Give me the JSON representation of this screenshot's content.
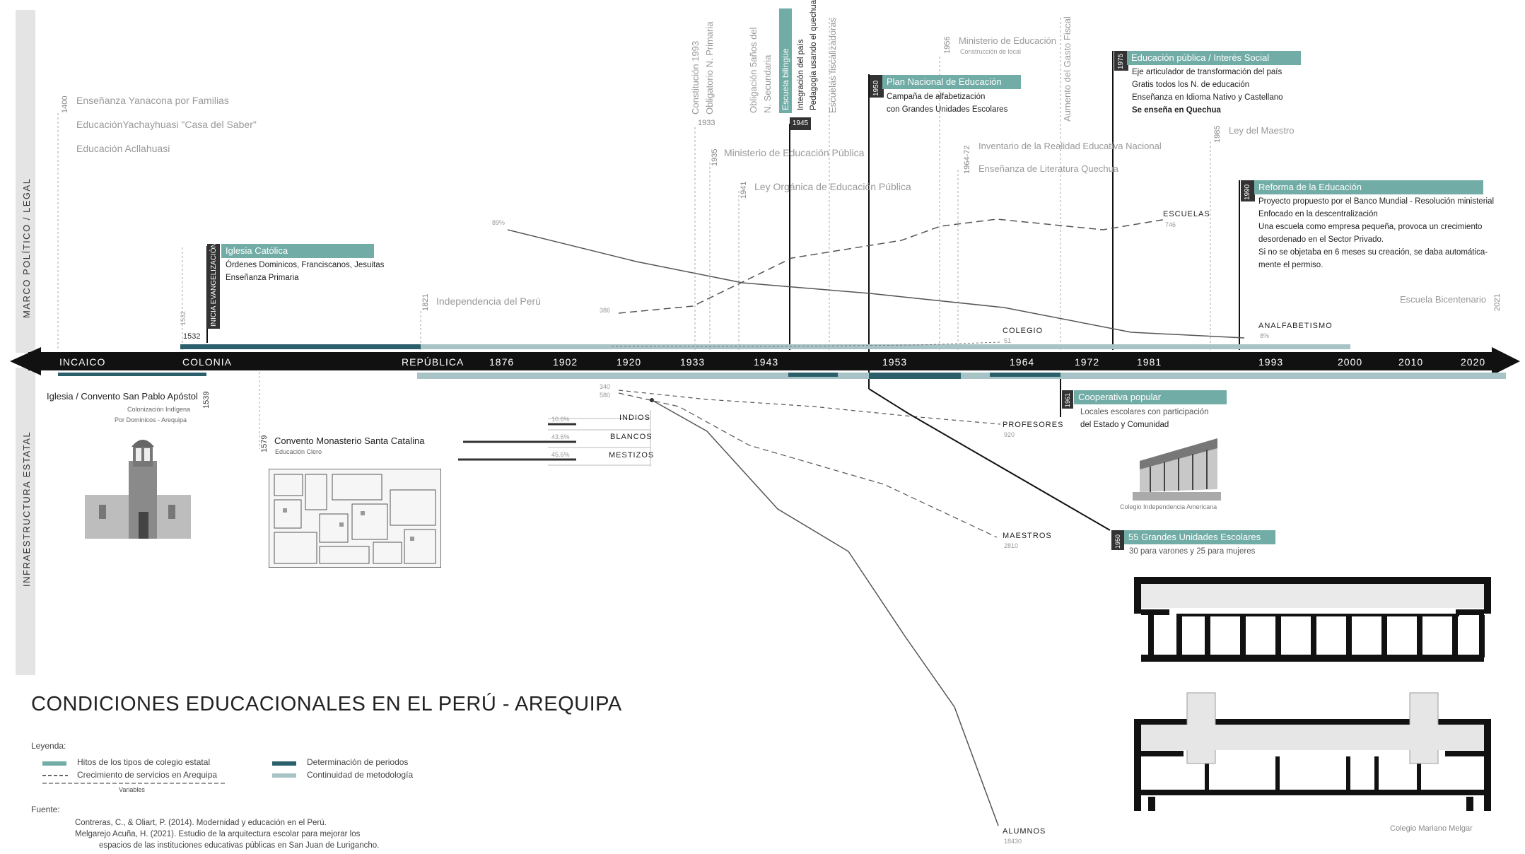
{
  "side_labels": {
    "top": "MARCO POLÍTICO / LEGAL",
    "bottom": "INFRAESTRUCTURA ESTATAL"
  },
  "title": "CONDICIONES EDUCACIONALES EN EL PERÚ - AREQUIPA",
  "timeline": {
    "periods": [
      "INCAICO",
      "COLONIA",
      "REPÚBLICA"
    ],
    "years": [
      "1876",
      "1902",
      "1920",
      "1933",
      "1943",
      "1953",
      "1964",
      "1972",
      "1981",
      "1993",
      "2000",
      "2010",
      "2020"
    ]
  },
  "incaico": {
    "year": "1400",
    "items": [
      "Enseñanza Yanacona por Familias",
      "EducaciónYachayhuasi \"Casa del Saber\"",
      "Educación Acllahuasi"
    ]
  },
  "iglesia": {
    "year": "1532",
    "small_year": "1532",
    "vertical": "INICIA EVANGELIZACIÓN",
    "title": "Iglesia Católica",
    "lines": [
      "Órdenes Dominicos, Franciscanos, Jesuitas",
      "Enseñanza Primaria"
    ]
  },
  "independencia": {
    "year": "1821",
    "label": "Independencia del Perú"
  },
  "constitucion": {
    "line1": "Constitución 1993",
    "line2": "Obligatorio N. Primaria",
    "year": "1933"
  },
  "ministerio_pub": {
    "year": "1935",
    "label": "Ministerio de Educación Pública"
  },
  "ley_organica": {
    "year": "1941",
    "label": "Ley Orgánica de Educación Pública"
  },
  "obligacion": {
    "line1": "Obligación 5años del",
    "line2": "N. Secundaria"
  },
  "escuela_bilingue": {
    "title": "Escuela bilingüe",
    "year": "1945",
    "line1": "Integración del país",
    "line2": "Pedagogía usando el quechua"
  },
  "escuelas_fiscalizadoras": "Escuelas fiscalizadoras",
  "plan_nacional": {
    "year": "1950",
    "title": "Plan Nacional de Educación",
    "lines": [
      "Campaña de alfabetización",
      "con Grandes Unidades Escolares"
    ]
  },
  "ministerio_2": {
    "year": "1956",
    "label": "Ministerio de Educación",
    "sub": "Construcción de local"
  },
  "inventario": {
    "year": "1964-72",
    "line1": "Inventario de la Realidad Educativa Nacional",
    "line2": "Enseñanza de Literatura Quechua"
  },
  "gasto_fiscal": "Aumento del Gasto Fiscal",
  "educacion_publica": {
    "year": "1975",
    "title": "Educación pública / Interés Social",
    "lines": [
      "Eje articulador de transformación del país",
      "Gratis todos los N. de educación",
      "Enseñanza en Idioma Nativo y Castellano",
      "Se enseña en Quechua"
    ]
  },
  "ley_maestro": {
    "year": "1985",
    "label": "Ley del Maestro"
  },
  "reforma": {
    "year": "1990",
    "title": "Reforma de la Educación",
    "lines": [
      "Proyecto propuesto por el Banco Mundial - Resolución ministerial",
      "Enfocado en la descentralización",
      "Una escuela como empresa pequeña, provoca un crecimiento",
      "desordenado en el Sector Privado.",
      "Si no se objetaba en 6 meses su creación, se daba automática-",
      "mente el permiso."
    ]
  },
  "bicentenario": {
    "label": "Escuela Bicentenario",
    "year": "2021"
  },
  "variables": {
    "escuelas": {
      "label": "ESCUELAS",
      "value": "746"
    },
    "analfabetismo": {
      "label": "ANALFABETISMO",
      "value": "8%",
      "start": "89%"
    },
    "colegio": {
      "label": "COLEGIO",
      "value": "51"
    },
    "profesores": {
      "label": "PROFESORES",
      "value": "920"
    },
    "maestros": {
      "label": "MAESTROS",
      "value": "2810"
    },
    "alumnos": {
      "label": "ALUMNOS",
      "value": "18430"
    },
    "start_escuelas": "386",
    "start_low1": "340",
    "start_low2": "580"
  },
  "race": [
    {
      "label": "INDIOS",
      "pct": "10.6%",
      "value": 0.106
    },
    {
      "label": "BLANCOS",
      "pct": "43.6%",
      "value": 0.436
    },
    {
      "label": "MESTIZOS",
      "pct": "45.6%",
      "value": 0.456
    }
  ],
  "infra": {
    "san_pablo": {
      "title": "Iglesia / Convento San Pablo Apóstol",
      "year": "1539",
      "lines": [
        "Colonización Indígena",
        "Por Dominicos - Arequipa"
      ]
    },
    "santa_catalina": {
      "year": "1579",
      "title": "Convento Monasterio Santa Catalina",
      "sub": "Educación Clero"
    },
    "cooperativa": {
      "year": "1961",
      "title": "Cooperativa popular",
      "lines": [
        "Locales escolares con participación",
        "del Estado y Comunidad"
      ],
      "caption": "Colegio Independencia Americana"
    },
    "gue": {
      "year": "1950",
      "title": "55 Grandes Unidades Escolares",
      "sub": "30 para varones y 25 para mujeres",
      "caption": "Colegio Mariano Melgar"
    }
  },
  "legend": {
    "title": "Leyenda:",
    "items": [
      "Hitos de los tipos de colegio estatal",
      "Crecimiento de servicios en Arequipa",
      "Determinación de periodos",
      "Continuidad de metodología"
    ],
    "variables_label": "Variables",
    "colors": {
      "teal": "#72aca6",
      "dark": "#2a5f6b",
      "light": "#a8c3c6"
    }
  },
  "fuente": {
    "title": "Fuente:",
    "line1": "Contreras, C., & Oliart, P. (2014). Modernidad y educación en el Perú.",
    "line2": "Melgarejo Acuña, H. (2021). Estudio de la arquitectura escolar para mejorar los",
    "line3": "espacios de las instituciones educativas públicas en San Juan de Lurigancho."
  }
}
